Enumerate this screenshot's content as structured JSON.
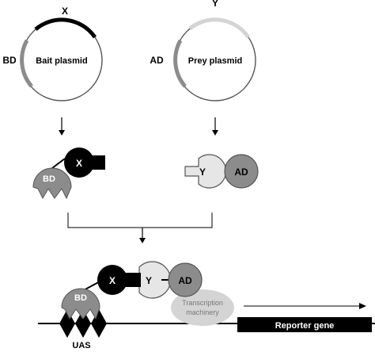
{
  "plasmids": {
    "bait": {
      "label": "Bait plasmid",
      "domain_label": "BD",
      "insert_label": "X"
    },
    "prey": {
      "label": "Prey plasmid",
      "domain_label": "AD",
      "insert_label": "Y"
    }
  },
  "proteins": {
    "bait_fusion": {
      "bd": "BD",
      "x": "X"
    },
    "prey_fusion": {
      "y": "Y",
      "ad": "AD"
    }
  },
  "complex": {
    "bd": "BD",
    "x": "X",
    "y": "Y",
    "ad": "AD",
    "transcription_line1": "Transcription",
    "transcription_line2": "machinery",
    "uas_label": "UAS",
    "reporter_label": "Reporter gene"
  },
  "colors": {
    "dark": "#000000",
    "mid_gray": "#8c8c8c",
    "light_gray": "#d4d4d4",
    "pale_gray": "#e6e6e6"
  }
}
